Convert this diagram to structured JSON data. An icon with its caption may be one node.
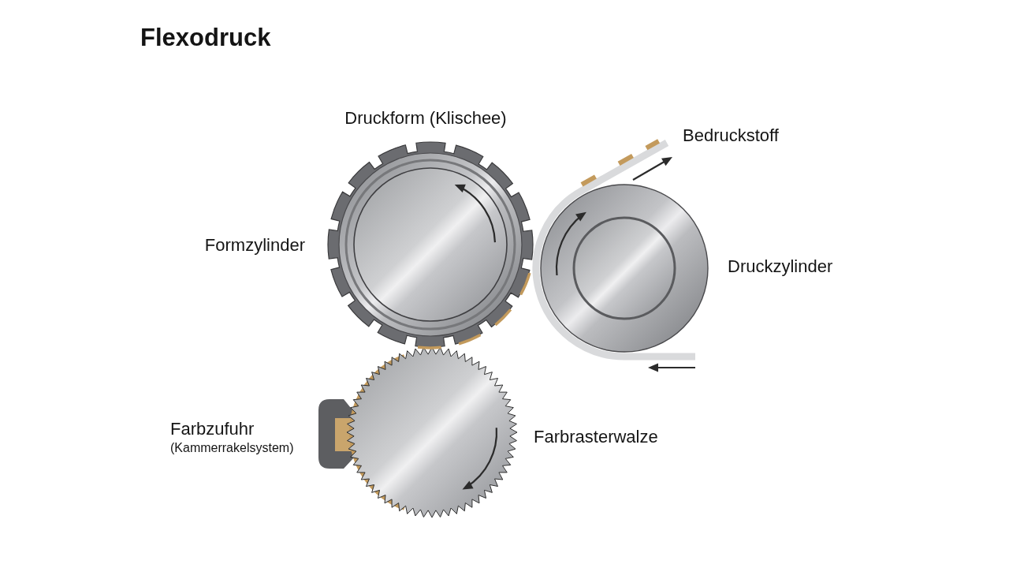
{
  "diagram": {
    "title": "Flexodruck",
    "labels": [
      "Druckform (Klischee)",
      "Bedruckstoff",
      "Formzylinder",
      "Druckzylinder",
      "Farbzufuhr",
      "(Kammerrakelsystem)",
      "Farbrasterwalze"
    ]
  }
}
